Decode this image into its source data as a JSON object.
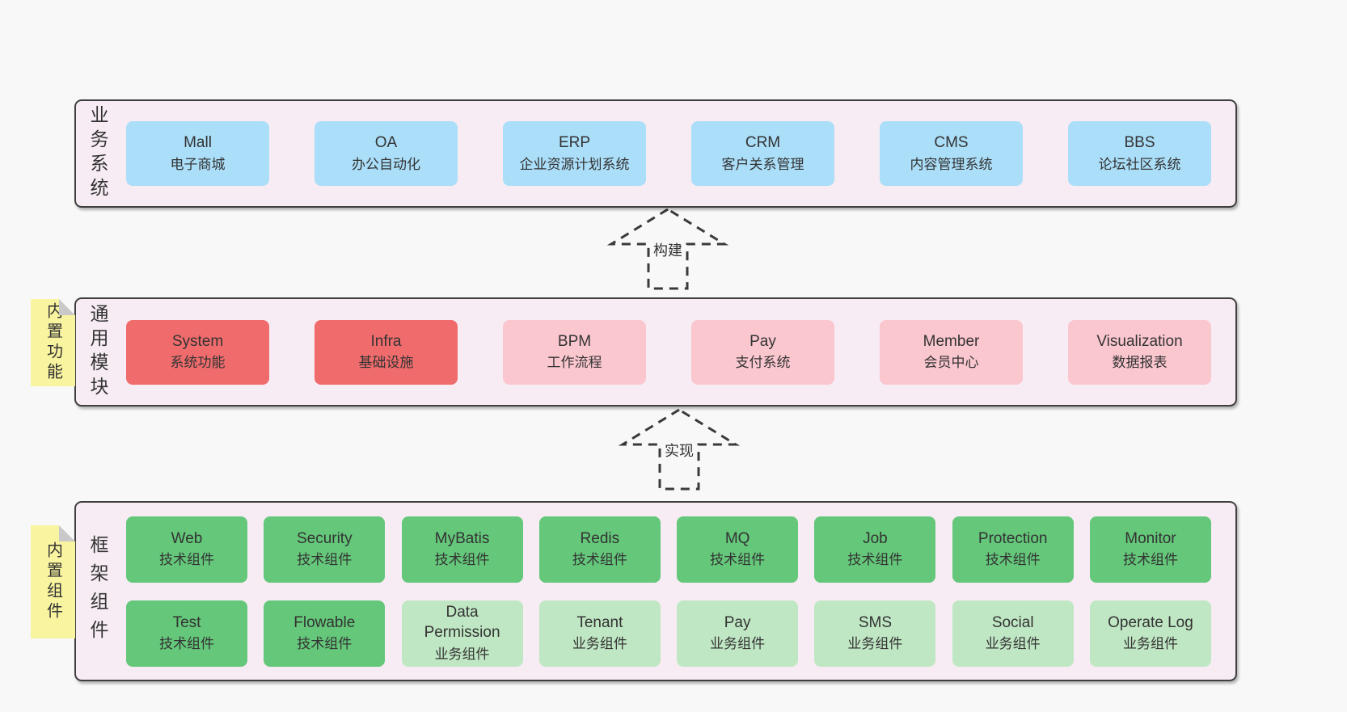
{
  "palette": {
    "page_background": "#f8f8f8",
    "band_background": "#f7ecf4",
    "band_border": "#3f3f3f",
    "business_box": "#abdef8",
    "core_module_box": "#f06c6c",
    "optional_module_box": "#fbc7cf",
    "tech_component_box": "#64c77a",
    "biz_component_box": "#c0e7c4",
    "sticky_note": "#f8f49f",
    "sticky_fold": "#c9c9c9",
    "text": "#333333"
  },
  "arrows": [
    {
      "label": "构建"
    },
    {
      "label": "实现"
    }
  ],
  "bands": [
    {
      "label": "业务系统",
      "boxes": [
        {
          "name": "Mall",
          "subtitle": "电子商城",
          "variant": "blue"
        },
        {
          "name": "OA",
          "subtitle": "办公自动化",
          "variant": "blue"
        },
        {
          "name": "ERP",
          "subtitle": "企业资源计划系统",
          "variant": "blue"
        },
        {
          "name": "CRM",
          "subtitle": "客户关系管理",
          "variant": "blue"
        },
        {
          "name": "CMS",
          "subtitle": "内容管理系统",
          "variant": "blue"
        },
        {
          "name": "BBS",
          "subtitle": "论坛社区系统",
          "variant": "blue"
        }
      ]
    },
    {
      "label": "通用模块",
      "sticky": "内置功能",
      "boxes": [
        {
          "name": "System",
          "subtitle": "系统功能",
          "variant": "red"
        },
        {
          "name": "Infra",
          "subtitle": "基础设施",
          "variant": "red"
        },
        {
          "name": "BPM",
          "subtitle": "工作流程",
          "variant": "pink"
        },
        {
          "name": "Pay",
          "subtitle": "支付系统",
          "variant": "pink"
        },
        {
          "name": "Member",
          "subtitle": "会员中心",
          "variant": "pink"
        },
        {
          "name": "Visualization",
          "subtitle": "数据报表",
          "variant": "pink"
        }
      ]
    },
    {
      "label": "框架组件",
      "sticky": "内置组件",
      "rows": [
        [
          {
            "name": "Web",
            "subtitle": "技术组件",
            "variant": "green"
          },
          {
            "name": "Security",
            "subtitle": "技术组件",
            "variant": "green"
          },
          {
            "name": "MyBatis",
            "subtitle": "技术组件",
            "variant": "green"
          },
          {
            "name": "Redis",
            "subtitle": "技术组件",
            "variant": "green"
          },
          {
            "name": "MQ",
            "subtitle": "技术组件",
            "variant": "green"
          },
          {
            "name": "Job",
            "subtitle": "技术组件",
            "variant": "green"
          },
          {
            "name": "Protection",
            "subtitle": "技术组件",
            "variant": "green"
          },
          {
            "name": "Monitor",
            "subtitle": "技术组件",
            "variant": "green"
          }
        ],
        [
          {
            "name": "Test",
            "subtitle": "技术组件",
            "variant": "green"
          },
          {
            "name": "Flowable",
            "subtitle": "技术组件",
            "variant": "green"
          },
          {
            "name": "Data Permission",
            "subtitle": "业务组件",
            "variant": "green-light"
          },
          {
            "name": "Tenant",
            "subtitle": "业务组件",
            "variant": "green-light"
          },
          {
            "name": "Pay",
            "subtitle": "业务组件",
            "variant": "green-light"
          },
          {
            "name": "SMS",
            "subtitle": "业务组件",
            "variant": "green-light"
          },
          {
            "name": "Social",
            "subtitle": "业务组件",
            "variant": "green-light"
          },
          {
            "name": "Operate Log",
            "subtitle": "业务组件",
            "variant": "green-light"
          }
        ]
      ]
    }
  ]
}
